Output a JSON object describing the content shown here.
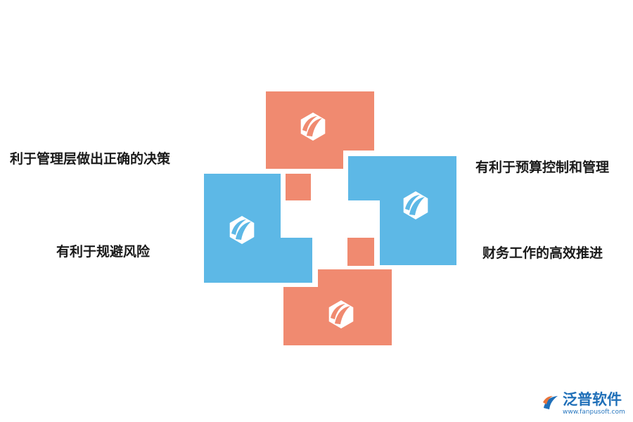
{
  "labels": {
    "top_left": "利于管理层做出正确的决策",
    "bottom_left": "有利于规避风险",
    "top_right": "有利于预算控制和管理",
    "bottom_right": "财务工作的高效推进"
  },
  "colors": {
    "salmon": "#f08a70",
    "blue": "#5db8e6",
    "icon": "#ffffff",
    "brand": "#1f6fb8"
  },
  "tiles": [
    {
      "name": "top",
      "color": "salmon",
      "icon": "hexagon-leaf-icon"
    },
    {
      "name": "right",
      "color": "blue",
      "icon": "hexagon-leaf-icon"
    },
    {
      "name": "left",
      "color": "blue",
      "icon": "hexagon-leaf-icon"
    },
    {
      "name": "bottom",
      "color": "salmon",
      "icon": "hexagon-leaf-icon"
    }
  ],
  "watermark": {
    "brand": "泛普软件",
    "url": "www.fanpusoft.com"
  }
}
